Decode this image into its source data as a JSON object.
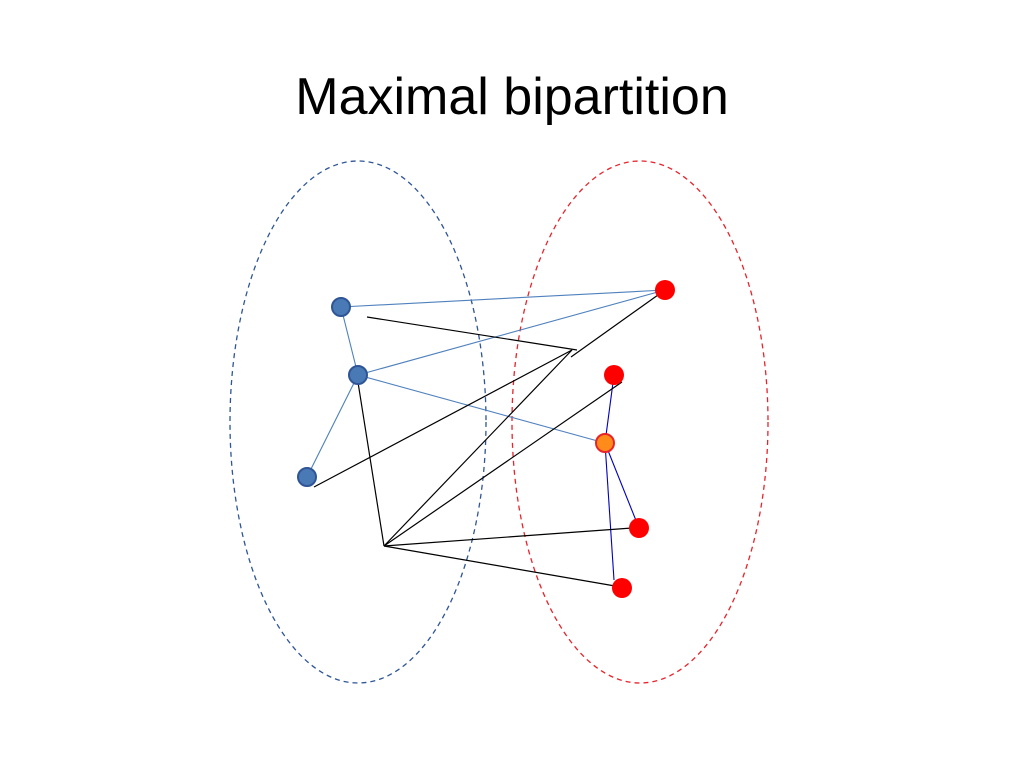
{
  "slide": {
    "title": "Maximal bipartition"
  },
  "diagram": {
    "partitions": [
      {
        "id": "left",
        "stroke": "#2f5597"
      },
      {
        "id": "right",
        "stroke": "#e8232b"
      }
    ],
    "node_colors": {
      "blue_fill": "#4a7ab5",
      "blue_stroke": "#2f5597",
      "red_fill": "#ff0000",
      "highlight_fill": "#ff8c1a",
      "highlight_stroke": "#e8232b"
    },
    "edge_colors": {
      "light_blue": "#4f81bd",
      "dark_blue": "#0000c0",
      "black": "#000000"
    }
  }
}
